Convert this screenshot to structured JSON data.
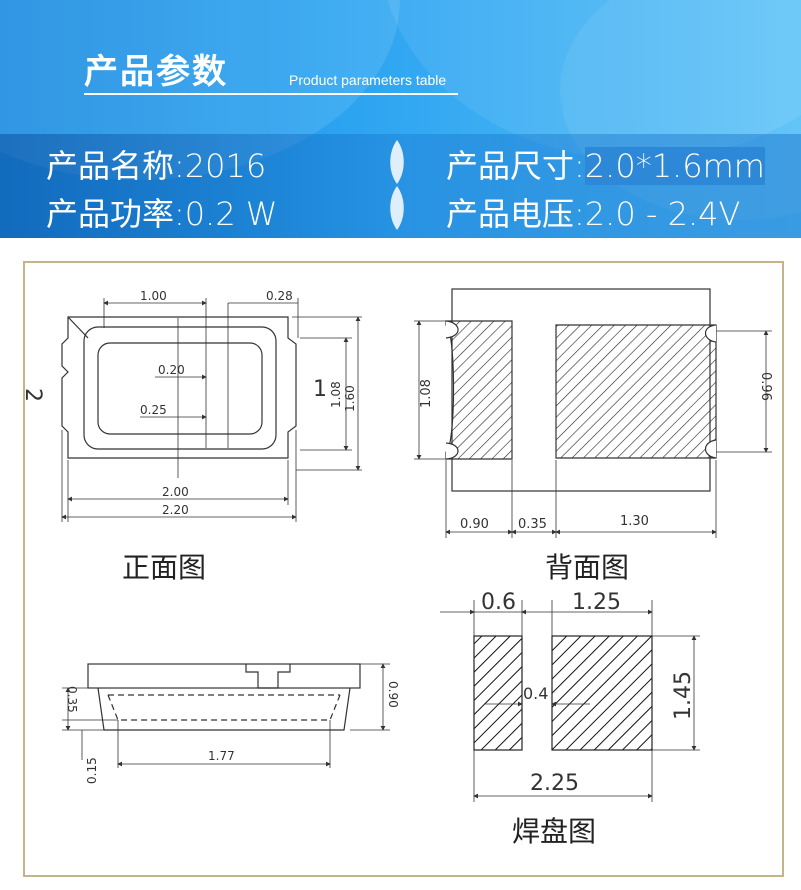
{
  "header": {
    "title": "产品参数",
    "subtitle": "Product parameters table"
  },
  "params": {
    "name_label": "产品名称:",
    "name_value": "2016",
    "size_label": "产品尺寸:",
    "size_value": "2.0*1.6mm",
    "power_label": "产品功率:",
    "power_value": "0.2 W",
    "voltage_label": "产品电压:",
    "voltage_value": "2.0 - 2.4V"
  },
  "front_view": {
    "caption": "正面图",
    "dim_top_width": "1.00",
    "dim_top_right": "0.28",
    "dim_inner_1": "0.20",
    "dim_inner_2": "0.25",
    "dim_height_inner": "1.08",
    "dim_height_outer": "1.60",
    "dim_width_body": "2.00",
    "dim_width_total": "2.20",
    "pin1_label": "1",
    "pin2_label": "2"
  },
  "back_view": {
    "caption": "背面图",
    "dim_left_height": "1.08",
    "dim_right_height": "0.96",
    "dim_pad_left": "0.90",
    "dim_gap": "0.35",
    "dim_pad_right": "1.30"
  },
  "side_view": {
    "dim_height": "0.90",
    "dim_step": "0.35",
    "dim_base": "0.15",
    "dim_width": "1.77"
  },
  "pad_view": {
    "caption": "焊盘图",
    "dim_pad_left": "0.6",
    "dim_pad_right": "1.25",
    "dim_gap": "0.4",
    "dim_height": "1.45",
    "dim_total": "2.25"
  },
  "colors": {
    "banner_start": "#1a8be0",
    "banner_end": "#58c0f8",
    "panel_border": "#c4b48a",
    "line": "#333333"
  }
}
